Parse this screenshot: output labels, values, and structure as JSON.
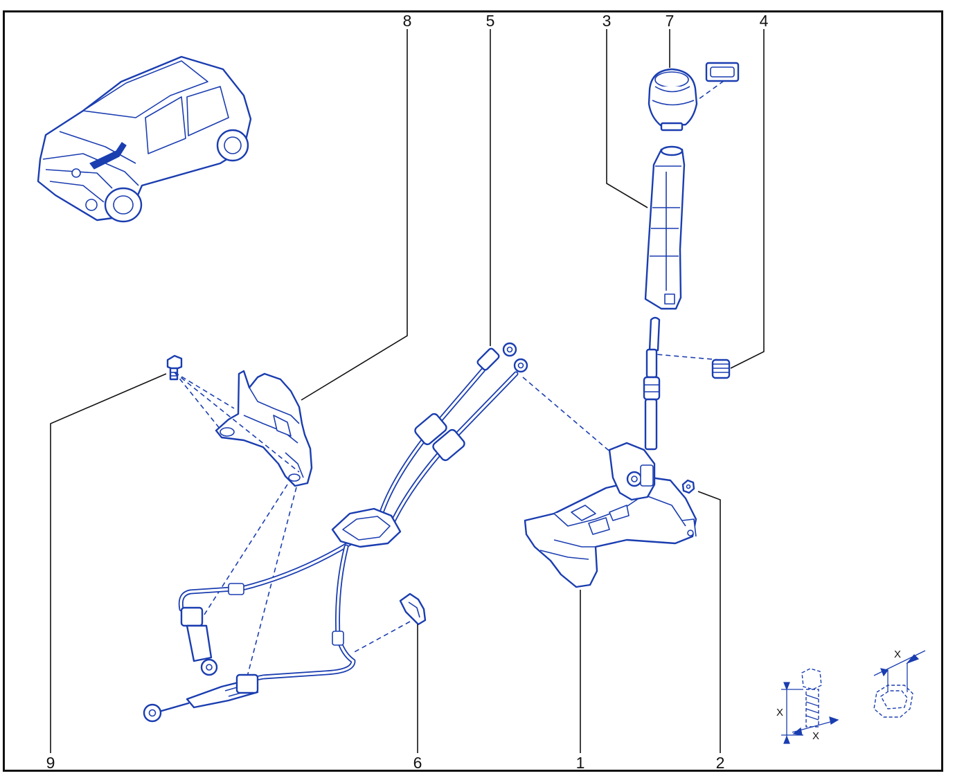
{
  "callouts": [
    {
      "id": "1",
      "text": "1"
    },
    {
      "id": "2",
      "text": "2"
    },
    {
      "id": "3",
      "text": "3"
    },
    {
      "id": "4",
      "text": "4"
    },
    {
      "id": "5",
      "text": "5"
    },
    {
      "id": "6",
      "text": "6"
    },
    {
      "id": "7",
      "text": "7"
    },
    {
      "id": "8",
      "text": "8"
    },
    {
      "id": "9",
      "text": "9"
    }
  ],
  "dimension_symbols": {
    "bolt_length": "X",
    "bolt_thread": "X",
    "nut_width": "X"
  },
  "colors": {
    "line_art": "#1a3db0",
    "frame": "#111111",
    "background": "#ffffff"
  }
}
